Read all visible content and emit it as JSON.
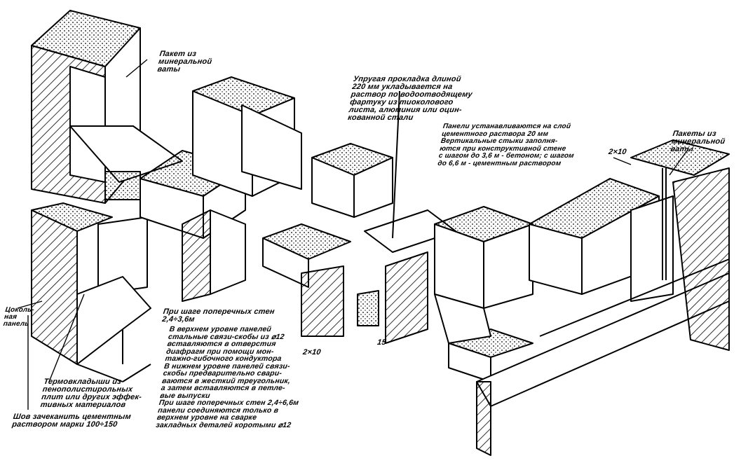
{
  "notes": {
    "mineral_wool_left": "Пакет из\nминеральной\nваты",
    "mineral_wool_right": "Пакеты из\nминеральной\nваты",
    "gasket": "Упругая прокладка длиной\n220 мм укладывается на\nраствор по водоотводящему\nфартуку из тиоколового\nлиста, алюминия или оцин-\nкованной стали",
    "panels_install": "Панели устанавливаются на слой\nцементного раствора 20 мм\n    Вертикальные стыки заполня-\nются при конструктивной стене\nс шагом до 3,6 м - бетоном; с шагом\nдо 6,6 м - цементным раствором",
    "step_heading": "При шаге поперечных стен\n                        2,4÷3,6м",
    "ties_text": "В верхнем уровне панелей\nстальные связи-скобы из ⌀12\nвставляются в отверстия\nдиафрагм при помощи мон-\nтажно-гибочного кондуктора\n  В нижнем уровне панелей связи-\n  скобы предварительно свари-\nваются в жесткий треугольник,\nа затем вставляются в петле-\nвые выпуски\n  При шаге поперечных стен 2,4÷6,6м\nпанели соединяются только в\nверхнем уровне на сварке\nзакладных деталей коротыми ⌀12",
    "plinth_panel": "Цоколь-\nная\nпанель",
    "thermal_inserts": "Термовкладыши из\nпенополистирольных\nплит или других эффек-\nтивных материалов",
    "seam": "Шов зачеканить цементным\nраствором марки 100÷150",
    "dim_2x10_right": "2×10",
    "dim_2x10_mid": "2×10",
    "dim_15": "15"
  }
}
